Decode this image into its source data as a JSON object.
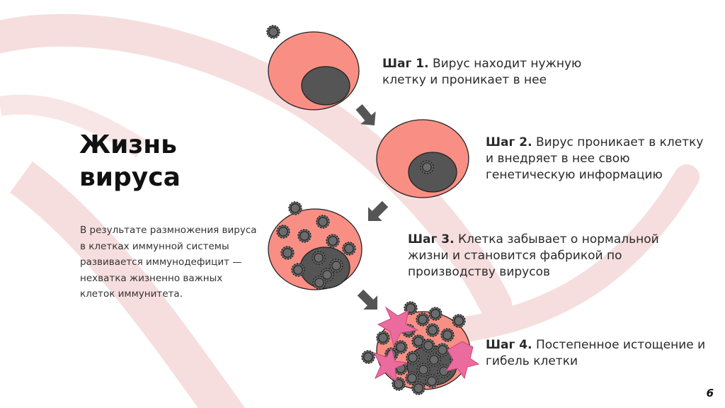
{
  "title_lines": [
    "Жизнь",
    "вируса"
  ],
  "description": "В результате размножения вируса в клетках иммунной системы развивается иммунодефицит — нехватка жизненно важных клеток иммунитета.",
  "steps": [
    {
      "label": "Шаг 1.",
      "text": " Вирус находит нужную клетку и проникает в нее"
    },
    {
      "label": "Шаг 2.",
      "text": " Вирус проникает в клетку и внедряет в нее свою генетическую информацию"
    },
    {
      "label": "Шаг 3.",
      "text": " Клетка забывает о нормальной жизни и становится фабрикой по производству вирусов"
    },
    {
      "label": "Шаг 4.",
      "text": " Постепенное истощение и гибель клетки"
    }
  ],
  "page_number": "6",
  "colors": {
    "cell": "#f98f84",
    "nucleus": "#555555",
    "virus": "#666666",
    "arrow": "#555555",
    "burst": "#ec6b9f",
    "ribbon": "#f6dede"
  }
}
